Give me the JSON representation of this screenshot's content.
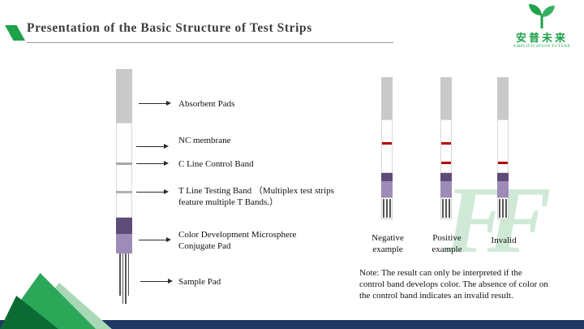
{
  "slide": {
    "title": "Presentation of the Basic Structure of Test Strips"
  },
  "logo": {
    "name_cn": "安普未来",
    "name_en": "AMPLIFICATION FUTURE"
  },
  "diagram": {
    "labels": {
      "absorbent": "Absorbent Pads",
      "membrane": "NC membrane",
      "c_line": "C Line Control Band",
      "t_line": "T Line Testing Band （Multiplex test strips feature multiple T Bands.）",
      "conjugate": "Color Development Microsphere Conjugate Pad",
      "sample": "Sample Pad"
    }
  },
  "examples": [
    {
      "label": "Negative example",
      "bands": [
        "C"
      ]
    },
    {
      "label": "Positive example",
      "bands": [
        "C",
        "T"
      ]
    },
    {
      "label": "Invalid",
      "bands": [
        "T"
      ]
    }
  ],
  "note": "Note: The result can only be interpreted if the control band develops color. The absence of color on the control band indicates an invalid result.",
  "watermark": "FF",
  "colors": {
    "brand_green": "#1fa24a",
    "footer_navy": "#1f3864",
    "band_red": "#b30000",
    "conjugate_purple_dark": "#5f4b78",
    "conjugate_purple_light": "#9d8cb8",
    "pad_gray": "#c9c9c9"
  }
}
